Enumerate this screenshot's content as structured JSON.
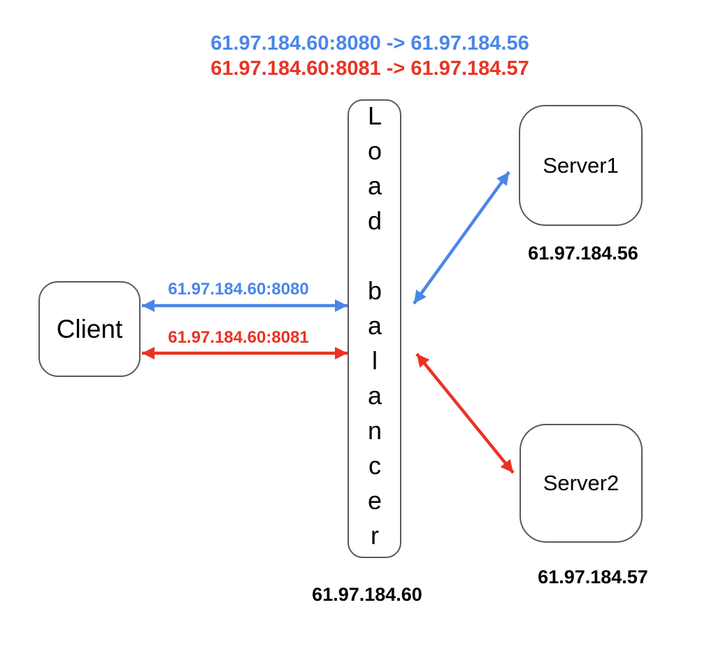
{
  "header": {
    "blue_mapping": "61.97.184.60:8080 -> 61.97.184.56",
    "red_mapping": "61.97.184.60:8081 -> 61.97.184.57"
  },
  "nodes": {
    "client": {
      "label": "Client"
    },
    "load_balancer": {
      "label": "Load balancer",
      "ip": "61.97.184.60"
    },
    "server1": {
      "label": "Server1",
      "ip": "61.97.184.56"
    },
    "server2": {
      "label": "Server2",
      "ip": "61.97.184.57"
    }
  },
  "connections": {
    "client_to_lb_blue": {
      "label": "61.97.184.60:8080",
      "color": "blue",
      "direction": "bidirectional"
    },
    "client_to_lb_red": {
      "label": "61.97.184.60:8081",
      "color": "red",
      "direction": "bidirectional"
    },
    "lb_to_server1": {
      "color": "blue",
      "direction": "bidirectional"
    },
    "lb_to_server2": {
      "color": "red",
      "direction": "bidirectional"
    }
  },
  "colors": {
    "blue": "#4a86e8",
    "red": "#ea3323",
    "box_border": "#595959",
    "text": "#000000",
    "background": "#ffffff"
  }
}
